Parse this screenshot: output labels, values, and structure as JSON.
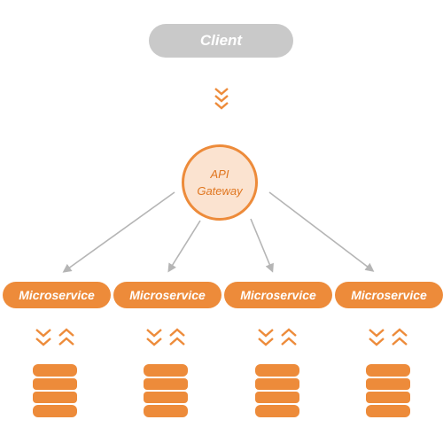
{
  "client": {
    "label": "Client"
  },
  "gateway": {
    "line1": "API",
    "line2": "Gateway"
  },
  "microservices": [
    {
      "label": "Microservice"
    },
    {
      "label": "Microservice"
    },
    {
      "label": "Microservice"
    },
    {
      "label": "Microservice"
    }
  ],
  "colors": {
    "accent": "#ED8B3A",
    "accent_light": "#FBE3D0",
    "client_fill": "#C9C9C9",
    "arrow": "#B5B5B5"
  },
  "icons": {
    "client_to_gateway": "double-chevron-down-icon",
    "service_traffic": [
      "double-chevron-down-icon",
      "double-chevron-up-icon"
    ],
    "database": "database-icon"
  }
}
